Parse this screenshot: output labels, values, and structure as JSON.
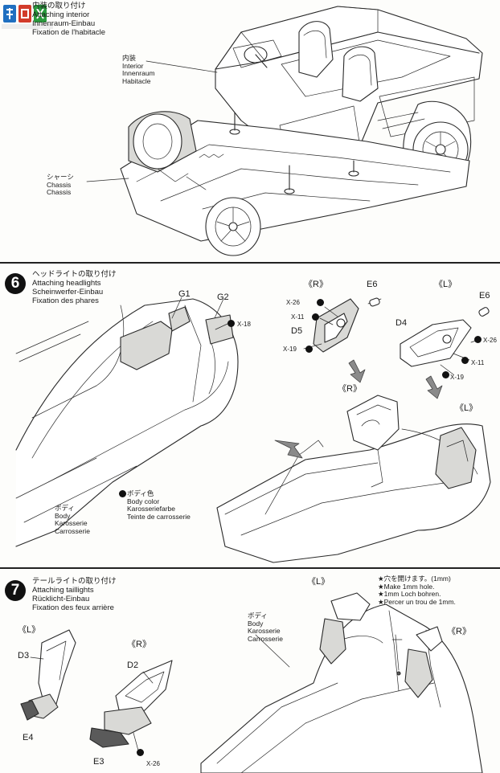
{
  "step5": {
    "title_ja": "内装の取り付け",
    "title_en": "Attaching interior",
    "title_de": "Innenraum-Einbau",
    "title_fr": "Fixation de l'habitacle",
    "interior": [
      "内装",
      "Interior",
      "Innenraum",
      "Habitacle"
    ],
    "chassis": [
      "シャーシ",
      "Chassis",
      "Chassis"
    ]
  },
  "step6": {
    "number": "6",
    "title_ja": "ヘッドライトの取り付け",
    "title_en": "Attaching headlights",
    "title_de": "Scheinwerfer-Einbau",
    "title_fr": "Fixation des phares",
    "parts": {
      "g1": "G1",
      "g2": "G2",
      "x18": "X-18",
      "r_top": "《R》",
      "l_top": "《L》",
      "e6_r": "E6",
      "e6_l": "E6",
      "x26_r": "X-26",
      "x11_r": "X-11",
      "d5": "D5",
      "x19_r": "X-19",
      "d4": "D4",
      "x26_l": "X-26",
      "x11_l": "X-11",
      "x19_l": "X-19",
      "r_mid": "《R》",
      "l_mid": "《L》"
    },
    "body": [
      "ボディ",
      "Body",
      "Karosserie",
      "Carrosserie"
    ],
    "body_color": [
      "ボディ色",
      "Body color",
      "Karosseriefarbe",
      "Teinte de carrosserie"
    ]
  },
  "step7": {
    "number": "7",
    "title_ja": "テールライトの取り付け",
    "title_en": "Attaching taillights",
    "title_de": "Rücklicht-Einbau",
    "title_fr": "Fixation des feux arrière",
    "parts": {
      "l_left": "《L》",
      "d3": "D3",
      "e4": "E4",
      "r_left": "《R》",
      "d2": "D2",
      "e3": "E3",
      "x26": "X-26",
      "l_right": "《L》",
      "r_right": "《R》"
    },
    "body": [
      "ボディ",
      "Body",
      "Karosserie",
      "Carrosserie"
    ],
    "hole_note": [
      "★穴を開けます。(1mm)",
      "★Make 1mm hole.",
      "★1mm Loch bohren.",
      "★Percer un trou de 1mm."
    ]
  }
}
